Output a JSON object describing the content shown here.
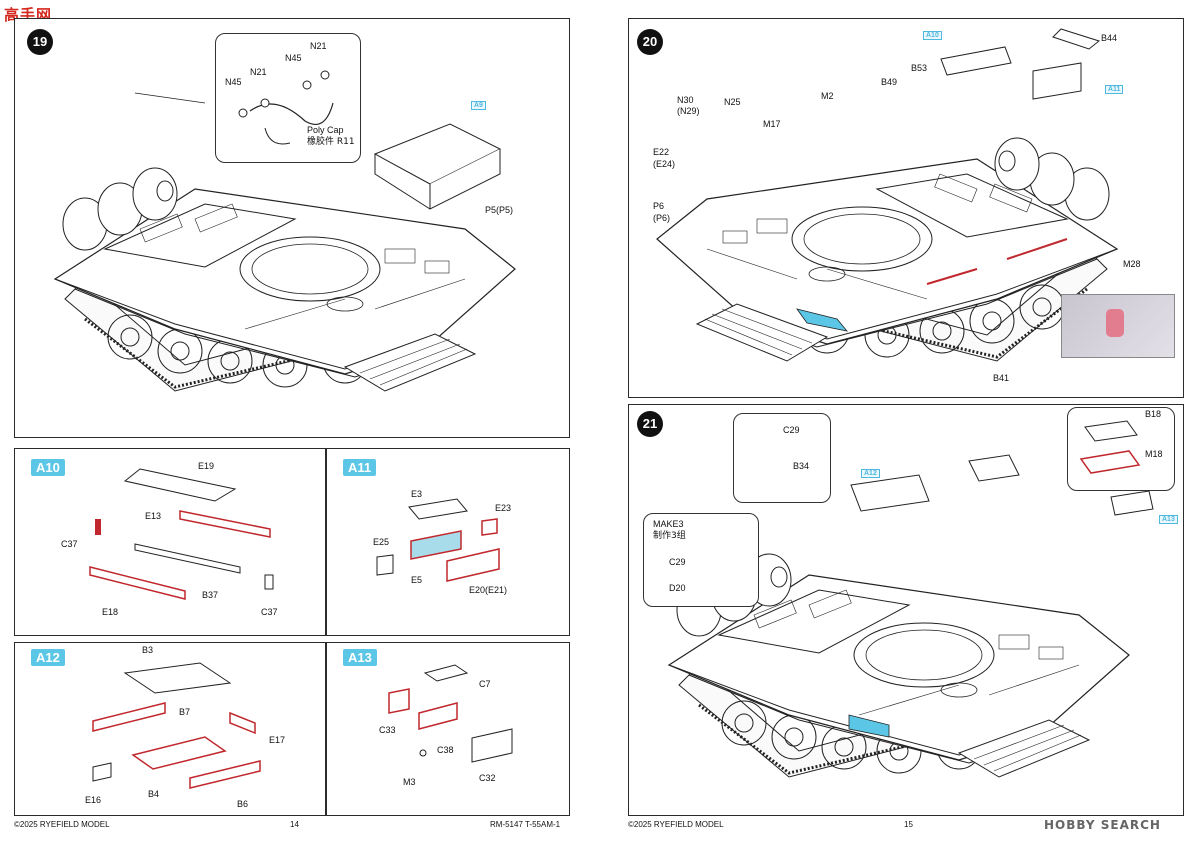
{
  "watermarks": {
    "top_left": "高手网",
    "bottom_right": "HOBBY SEARCH"
  },
  "step19": {
    "number": "19",
    "callout": {
      "parts": [
        "N21",
        "N45",
        "N21",
        "N45"
      ],
      "poly_cap": "Poly Cap",
      "poly_cap_cn": "橡胶件 R11"
    },
    "badge": "A9",
    "part": "P5(P5)"
  },
  "step20": {
    "number": "20",
    "badges": [
      "A10",
      "A11"
    ],
    "parts": [
      "B44",
      "B53",
      "B49",
      "M2",
      "N30",
      "(N29)",
      "N25",
      "M17",
      "E22",
      "(E24)",
      "P6",
      "(P6)",
      "M28",
      "B41"
    ]
  },
  "step21": {
    "number": "21",
    "badges": [
      "A12",
      "A13"
    ],
    "callout_top": [
      "C29",
      "B34"
    ],
    "callout_right": [
      "B18",
      "M18"
    ],
    "make": {
      "title": "MAKE3",
      "title_cn": "制作3组",
      "parts": [
        "C29",
        "D20"
      ]
    }
  },
  "a10": {
    "badge": "A10",
    "parts": [
      "E19",
      "E13",
      "C37",
      "B37",
      "C37",
      "E18"
    ]
  },
  "a11": {
    "badge": "A11",
    "parts": [
      "E3",
      "E23",
      "E25",
      "E5",
      "E20(E21)"
    ]
  },
  "a12": {
    "badge": "A12",
    "parts": [
      "B3",
      "B7",
      "E17",
      "E16",
      "B4",
      "B6"
    ]
  },
  "a13": {
    "badge": "A13",
    "parts": [
      "C7",
      "C33",
      "C38",
      "M3",
      "C32"
    ]
  },
  "footer_left": {
    "copyright": "©2025 RYEFIELD MODEL",
    "page": "14",
    "code": "RM-5147 T-55AM-1"
  },
  "footer_right": {
    "copyright": "©2025 RYEFIELD MODEL",
    "page": "15"
  }
}
